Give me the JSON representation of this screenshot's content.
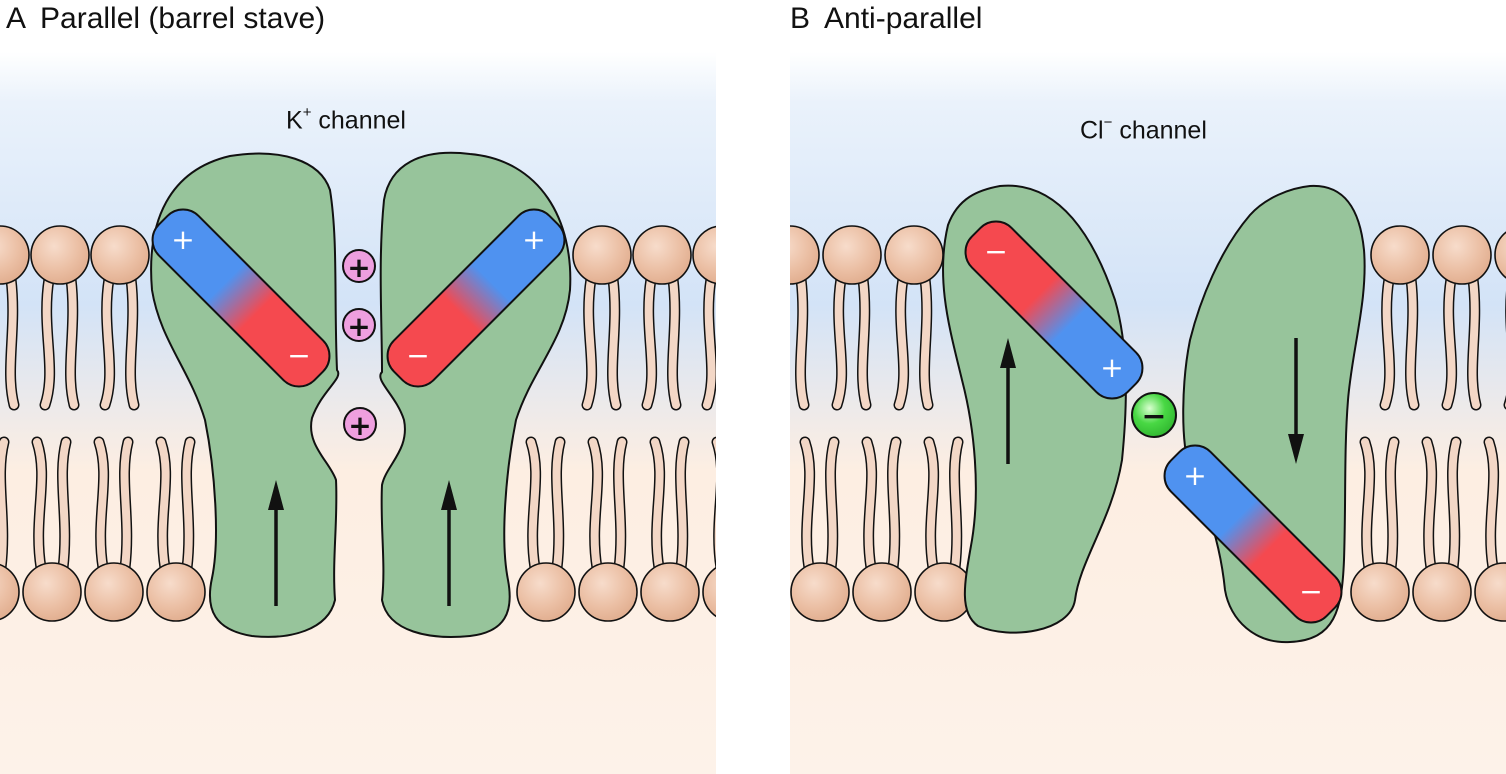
{
  "panel_a": {
    "letter": "A",
    "title": "Parallel (barrel stave)",
    "channel_name": "K",
    "channel_charge": "+",
    "channel_suffix": " channel",
    "ion_sign": "+",
    "plus_sign": "+",
    "minus_sign": "−"
  },
  "panel_b": {
    "letter": "B",
    "title": "Anti-parallel",
    "channel_name": "Cl",
    "channel_charge": "−",
    "channel_suffix": " channel",
    "ion_sign": "−",
    "plus_sign": "+",
    "minus_sign": "−"
  },
  "colors": {
    "protein_fill": "#97c49b",
    "dipole_positive": "#4f92f0",
    "dipole_negative": "#f5494f",
    "lipid_head": "#ebbfa4",
    "lipid_tail": "#f3d7c6",
    "cation": "#ee9fdf",
    "anion": "#3fd23f",
    "water_top": "#d3e3f7",
    "cytoplasm": "#fdebdc"
  }
}
